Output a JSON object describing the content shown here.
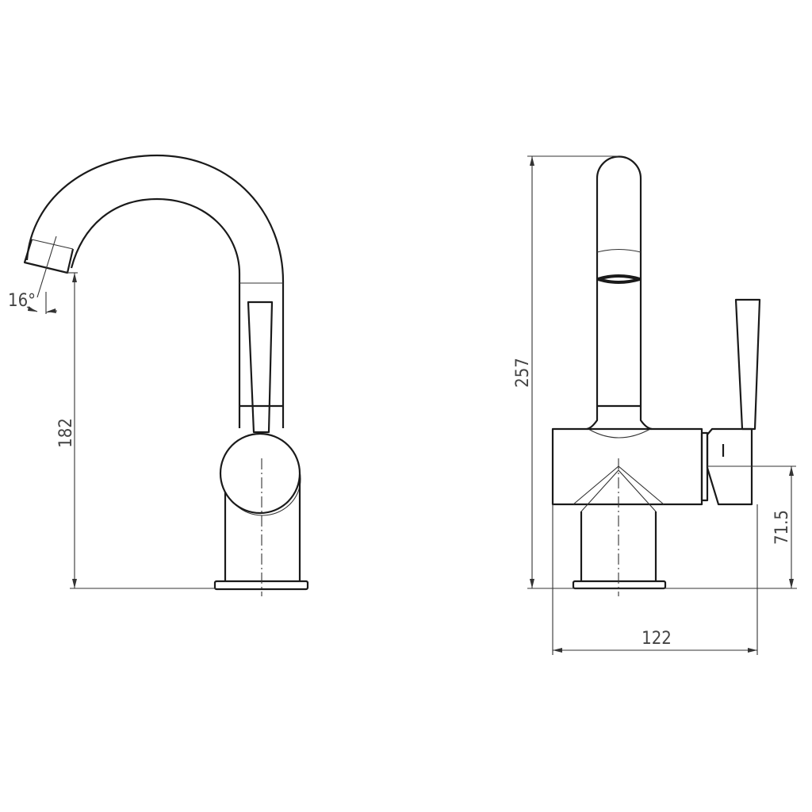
{
  "drawing": {
    "subject": "faucet",
    "line_color": "#1a1a1a",
    "background": "#ffffff",
    "side_view": {
      "spout_angle_label": "16°",
      "spout_height_label": "182"
    },
    "front_view": {
      "total_height_label": "257",
      "handle_height_label": "71.5",
      "width_label": "122"
    }
  }
}
